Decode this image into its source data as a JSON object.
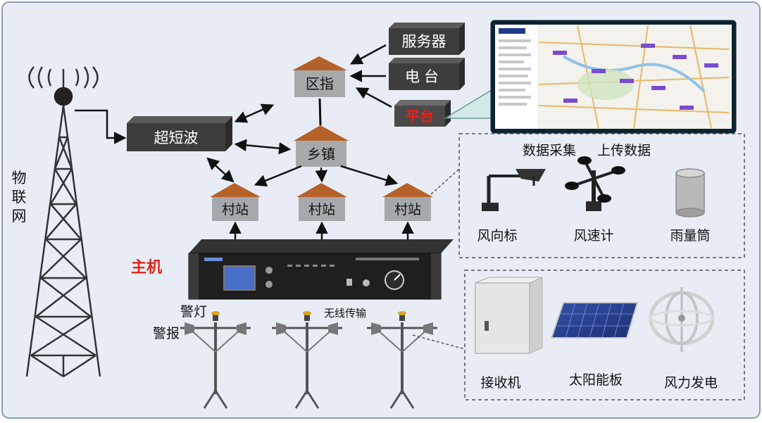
{
  "labels": {
    "iot": "物联网",
    "vhf": "超短波",
    "district": "区指",
    "server": "服务器",
    "radio": "电台",
    "platform": "平台",
    "township": "乡镇",
    "village": "村站",
    "host": "主机",
    "warning_light": "警灯",
    "warning_speaker": "警报",
    "wireless": "无线传输",
    "data_collect": "数据采集",
    "upload_data": "上传数据",
    "wind_vane": "风向标",
    "anemometer": "风速计",
    "rain_gauge": "雨量筒",
    "receiver": "接收机",
    "solar_panel": "太阳能板",
    "wind_power": "风力发电"
  },
  "colors": {
    "background": "#e8edf5",
    "box_dark": "#3d3d3d",
    "box_gray": "#a6a9ac",
    "roof": "#b5622a",
    "red_text": "#e0241b",
    "arrow": "#111111",
    "dashed": "#555555"
  }
}
